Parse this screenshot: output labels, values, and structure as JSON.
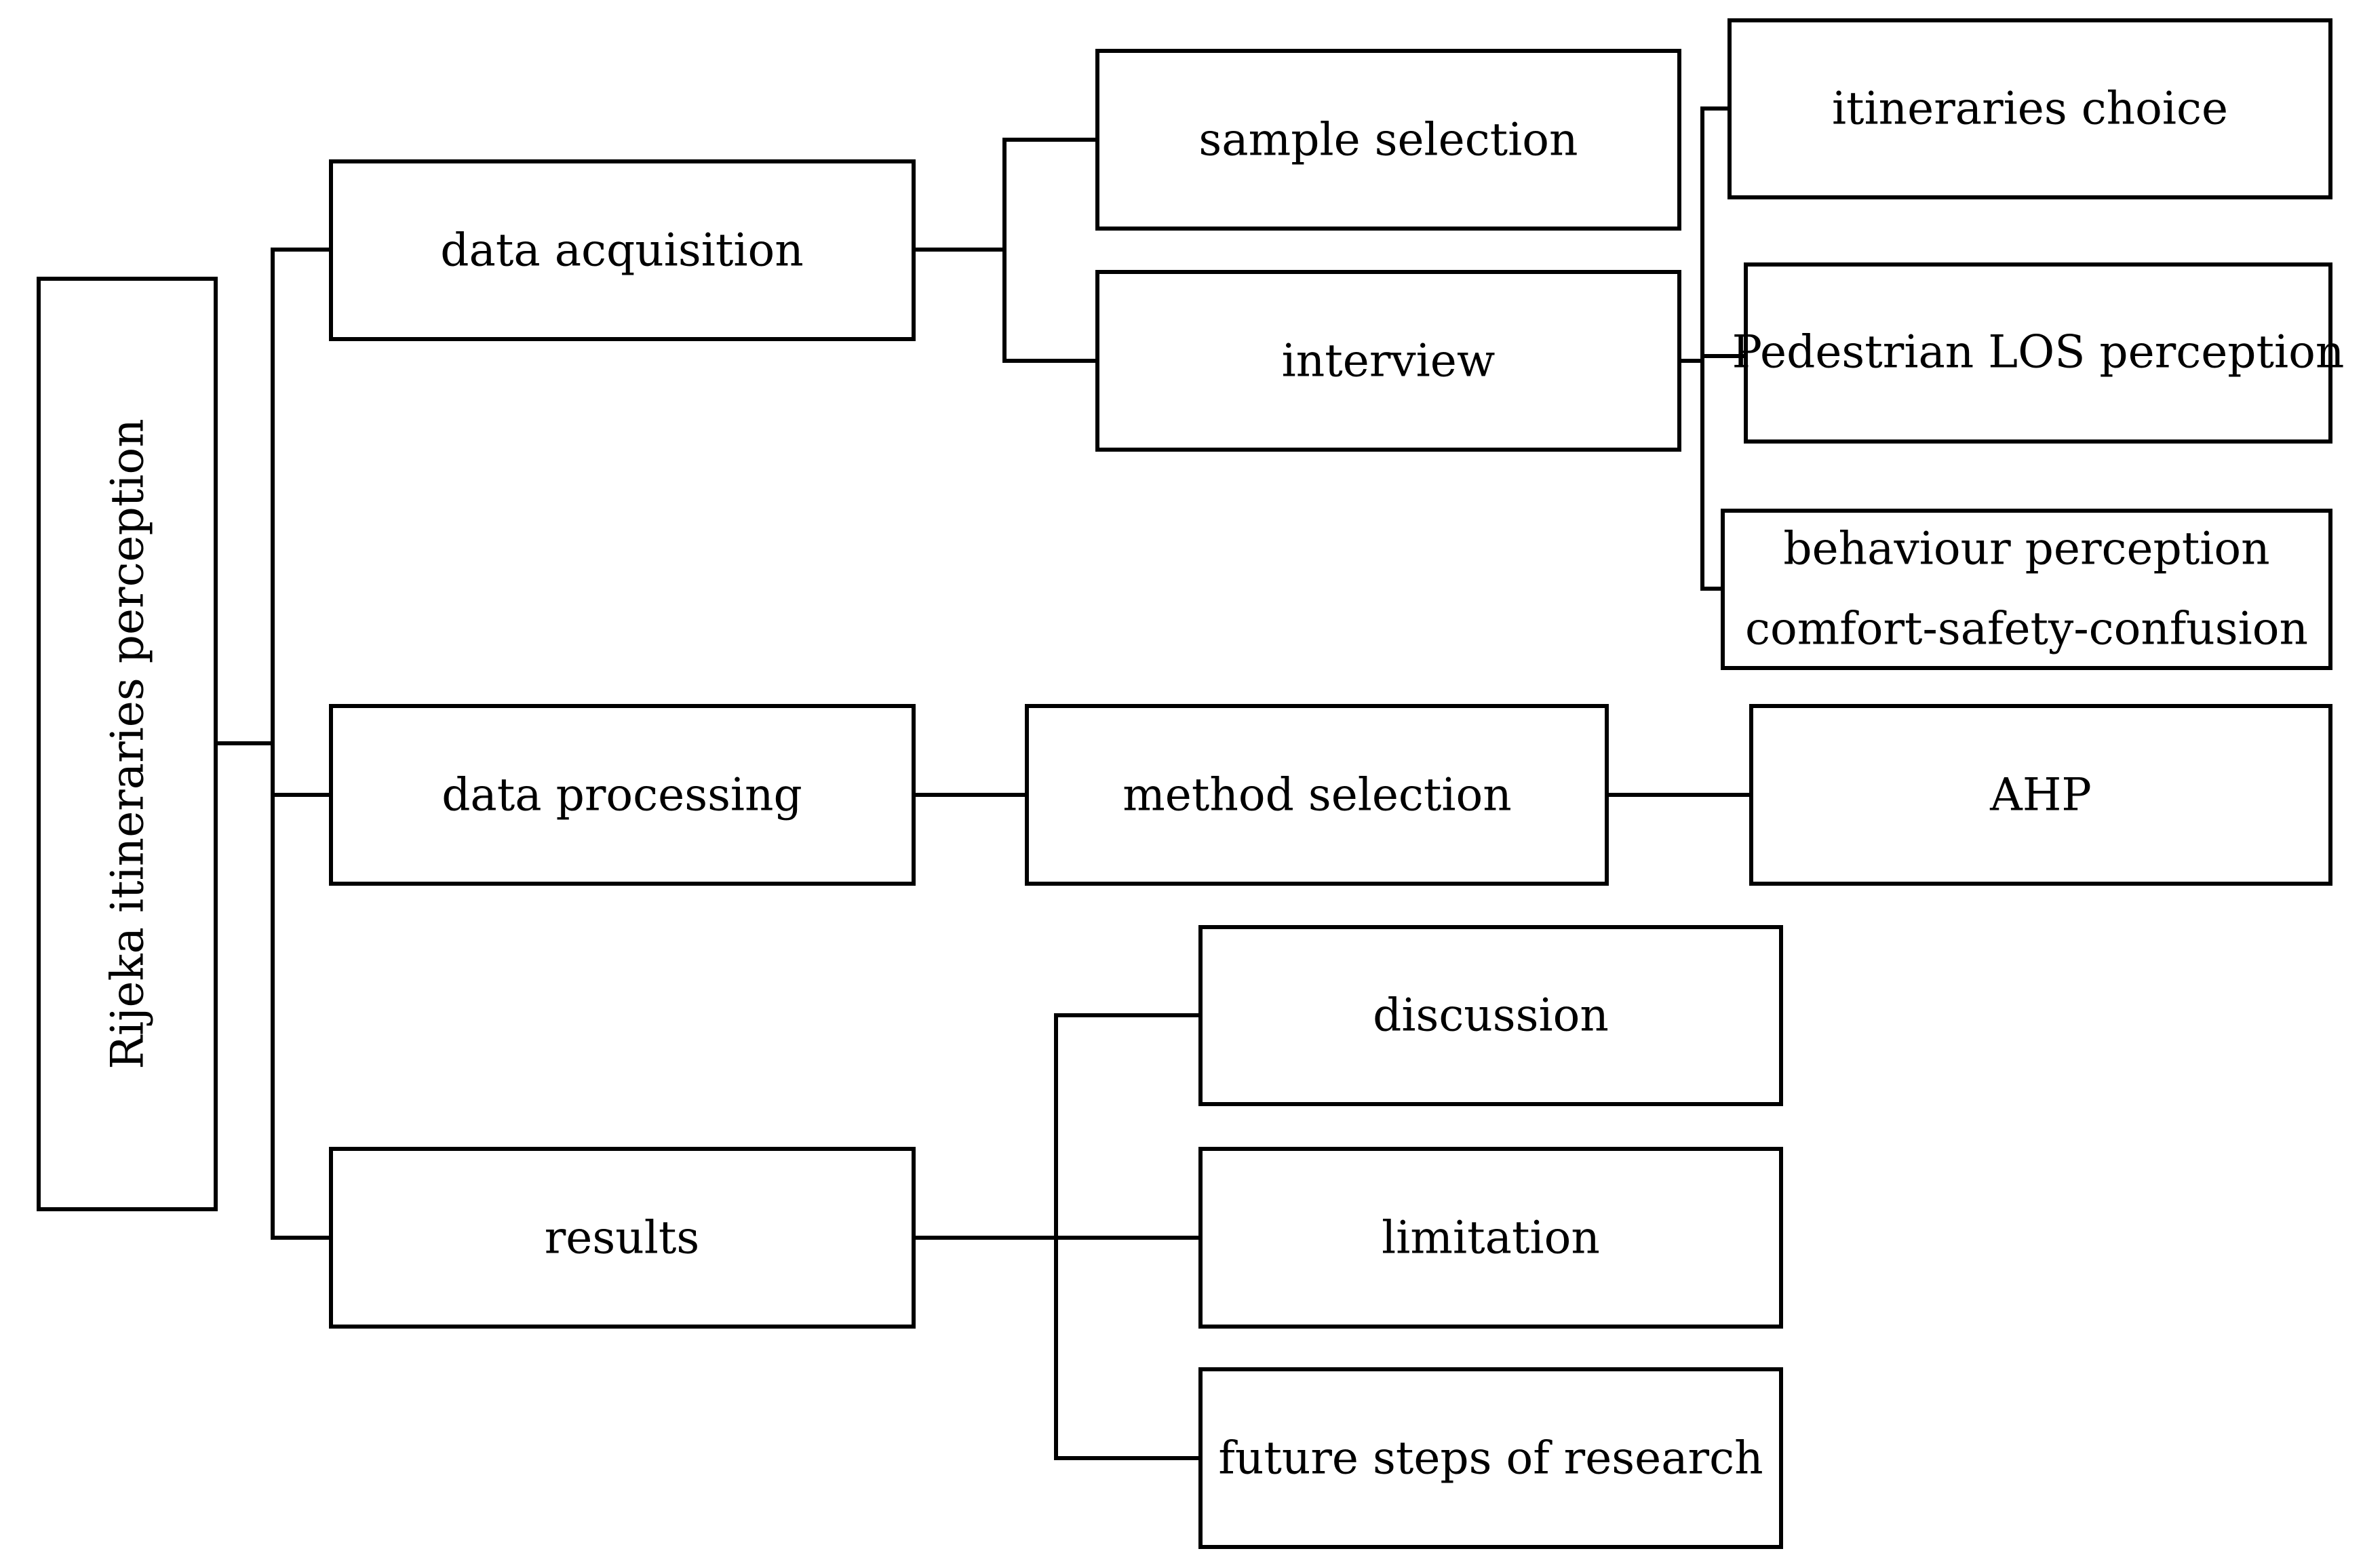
{
  "diagram": {
    "root": "Rijeka itineraries perception",
    "data_acquisition": {
      "label": "data acquisition",
      "sample_selection": "sample selection",
      "interview": {
        "label": "interview",
        "itineraries_choice": "itineraries choice",
        "pedestrian_los": "Pedestrian LOS perception",
        "behaviour_line1": "behaviour perception",
        "behaviour_line2": "comfort-safety-confusion"
      }
    },
    "data_processing": {
      "label": "data processing",
      "method_selection": "method selection",
      "ahp": "AHP"
    },
    "results": {
      "label": "results",
      "discussion": "discussion",
      "limitation": "limitation",
      "future_steps": "future steps of research"
    }
  }
}
